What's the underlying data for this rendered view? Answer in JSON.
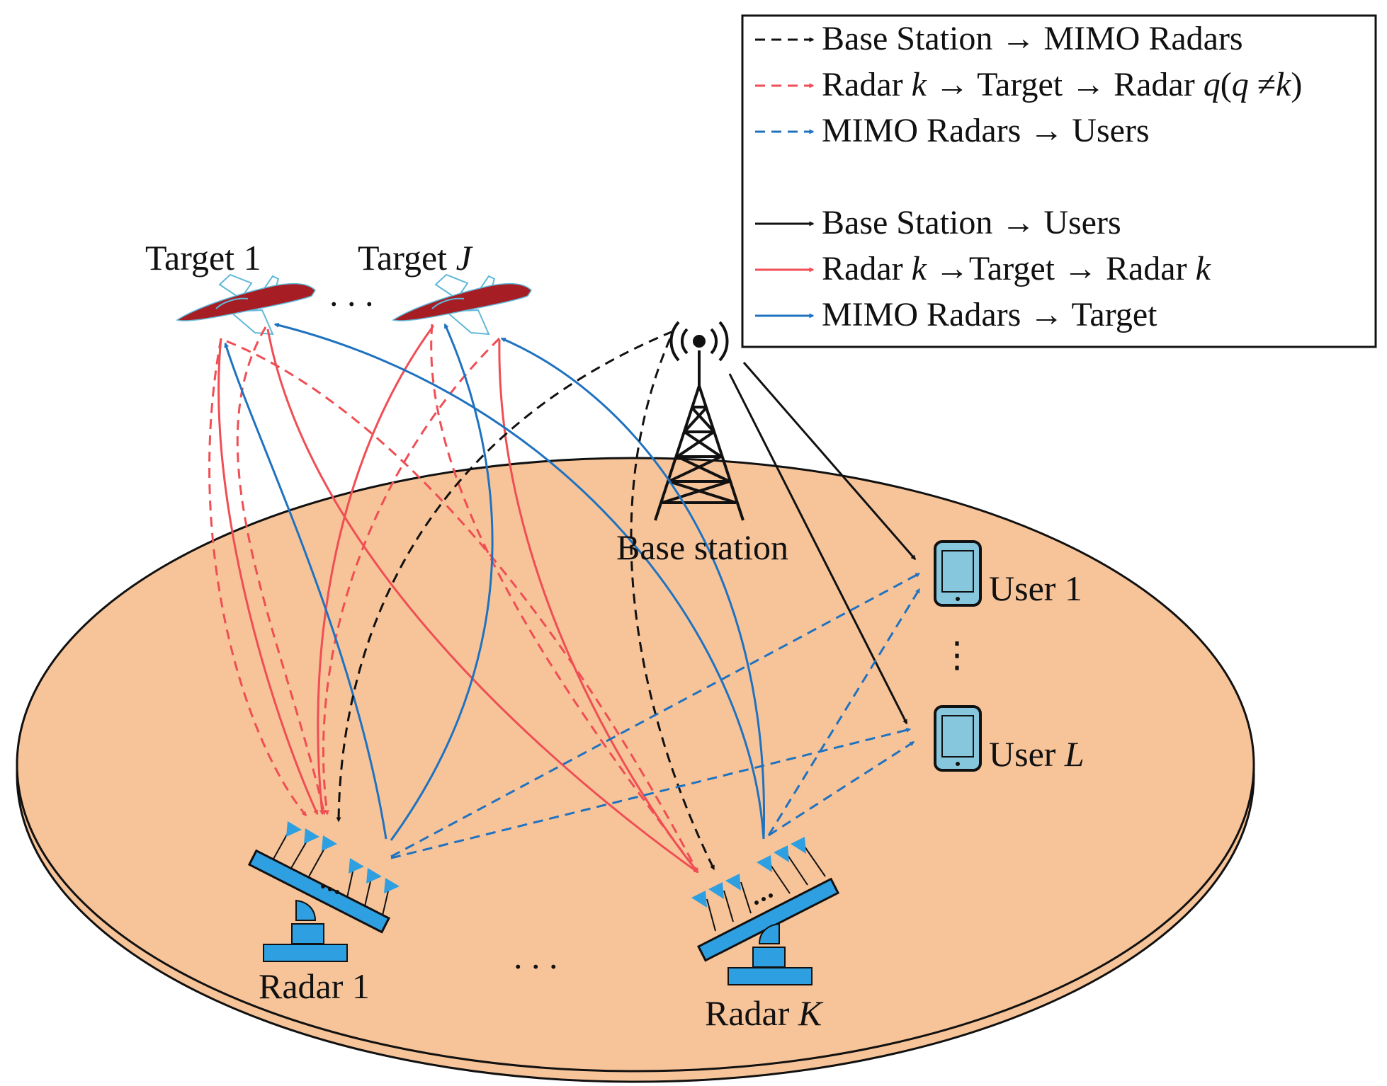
{
  "colors": {
    "ground": "#f7c49a",
    "black": "#111111",
    "red": "#ef4e54",
    "blue": "#1f72c0",
    "radar_blue": "#2e9fe0",
    "aircraft": "#a71d24",
    "phone": "#86c7dd"
  },
  "legend": {
    "items": [
      {
        "style": "dashed",
        "color": "black",
        "parts": [
          "Base Station",
          " → ",
          "MIMO Radars"
        ]
      },
      {
        "style": "dashed",
        "color": "red",
        "parts": [
          "Radar ",
          "k",
          " → ",
          "Target",
          " → ",
          "Radar ",
          "q",
          "(",
          "q",
          " ≠",
          "k",
          ")"
        ]
      },
      {
        "style": "dashed",
        "color": "blue",
        "parts": [
          "MIMO Radars",
          " → ",
          "Users"
        ]
      },
      {
        "style": "solid",
        "color": "black",
        "parts": [
          "Base Station",
          " → ",
          "Users"
        ]
      },
      {
        "style": "solid",
        "color": "red",
        "parts": [
          "Radar ",
          "k",
          " →",
          "Target",
          " → ",
          "Radar ",
          "k"
        ]
      },
      {
        "style": "solid",
        "color": "blue",
        "parts": [
          "MIMO Radars",
          " → ",
          "Target"
        ]
      }
    ]
  },
  "labels": {
    "target_1": "Target 1",
    "target_j_prefix": "Target ",
    "target_j_var": "J",
    "targets_ellipsis": ". . .",
    "base_station": "Base station",
    "user_1": "User 1",
    "users_ellipsis": "⋮",
    "user_l_prefix": "User ",
    "user_l_var": "L",
    "radar_1": "Radar 1",
    "radars_ellipsis": ". . .",
    "radar_k_prefix": "Radar ",
    "radar_k_var": "K"
  },
  "icons": {
    "target": "fighter-jet-icon",
    "base_station": "cell-tower-icon",
    "user": "smartphone-icon",
    "radar": "antenna-array-icon"
  }
}
